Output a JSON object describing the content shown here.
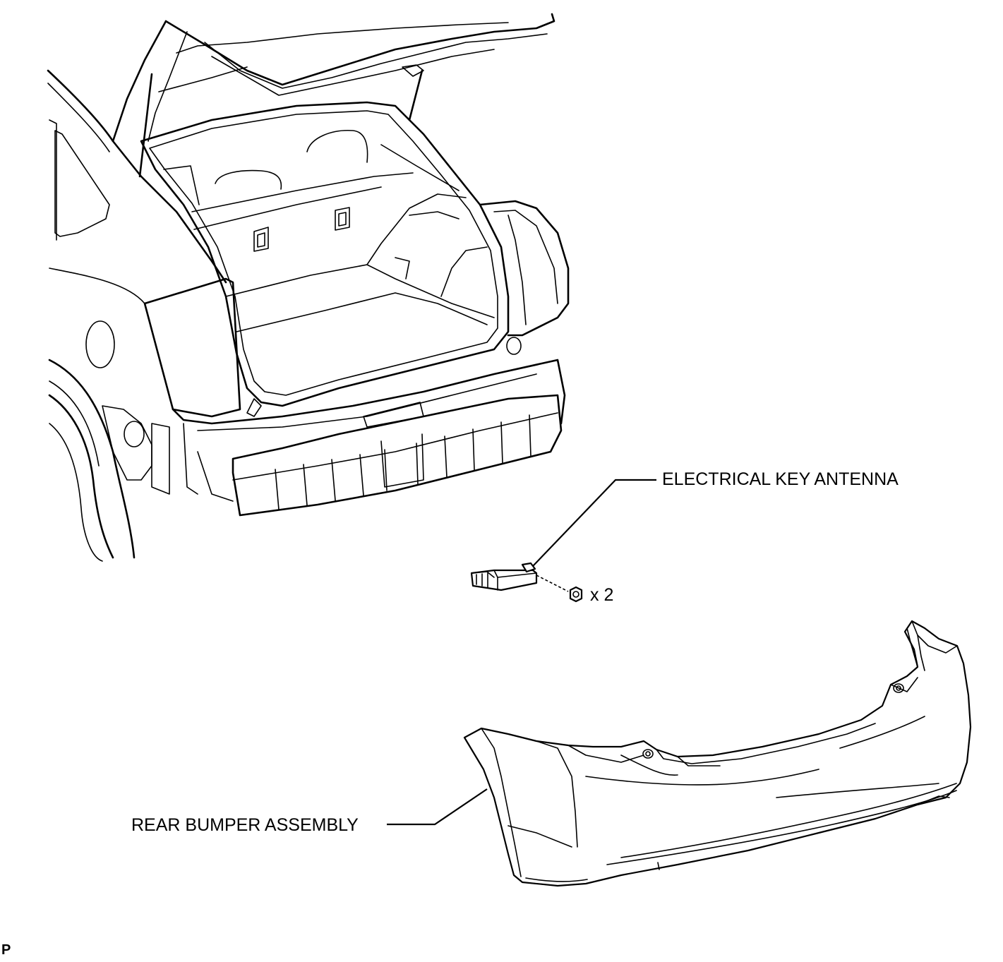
{
  "labels": {
    "antenna": "ELECTRICAL KEY ANTENNA",
    "bumper": "REAR BUMPER ASSEMBLY",
    "quantity": "x 2",
    "corner_code": "P"
  },
  "parts": {
    "vehicle_icon": "car-rear-body-icon",
    "antenna_icon": "key-antenna-icon",
    "nut_icon": "nut-icon",
    "bumper_icon": "rear-bumper-icon"
  }
}
